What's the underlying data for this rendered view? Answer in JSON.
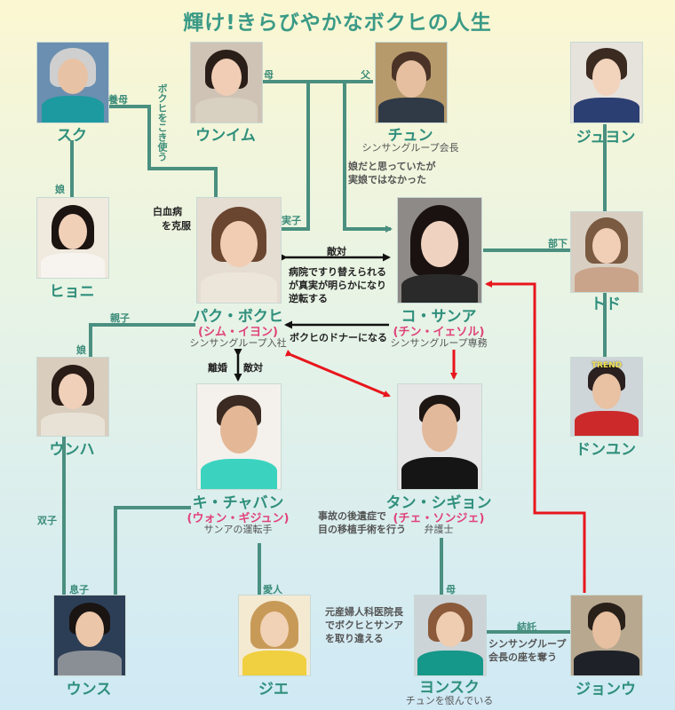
{
  "title": "輝け!きらびやかなボクヒの人生",
  "colors": {
    "line": "#4a8f80",
    "conflict": "#e8161c",
    "name": "#2f8f7c",
    "actor": "#e0437a"
  },
  "people": [
    {
      "id": "suku",
      "name": "スク",
      "caption": "",
      "sub": "",
      "photo_text": ""
    },
    {
      "id": "unimu",
      "name": "ウンイム",
      "caption": "",
      "sub": "",
      "photo_text": ""
    },
    {
      "id": "chun",
      "name": "チュン",
      "caption": "",
      "sub": "シンサングループ会長",
      "photo_text": ""
    },
    {
      "id": "juhyon",
      "name": "ジュヨン",
      "caption": "",
      "sub": "",
      "photo_text": ""
    },
    {
      "id": "hyoni",
      "name": "ヒョニ",
      "caption": "",
      "sub": "",
      "photo_text": ""
    },
    {
      "id": "bokuhi",
      "name": "パク・ボクヒ",
      "caption": "(シム・イヨン)",
      "sub": "シンサングループ入社",
      "photo_text": ""
    },
    {
      "id": "sanna",
      "name": "コ・サンア",
      "caption": "(チン・イェソル)",
      "sub": "シンサングループ専務",
      "photo_text": ""
    },
    {
      "id": "todo",
      "name": "トド",
      "caption": "",
      "sub": "",
      "photo_text": ""
    },
    {
      "id": "unha",
      "name": "ウンハ",
      "caption": "",
      "sub": "",
      "photo_text": ""
    },
    {
      "id": "chaban",
      "name": "キ・チャバン",
      "caption": "(ウォン・ギジュン)",
      "sub": "サンアの運転手",
      "photo_text": ""
    },
    {
      "id": "shigyon",
      "name": "タン・シギョン",
      "caption": "(チェ・ソンジェ)",
      "sub": "弁護士",
      "photo_text": ""
    },
    {
      "id": "donyun",
      "name": "ドンユン",
      "caption": "",
      "sub": "",
      "photo_text": "TREND"
    },
    {
      "id": "unsu",
      "name": "ウンス",
      "caption": "",
      "sub": "",
      "photo_text": ""
    },
    {
      "id": "jie",
      "name": "ジエ",
      "caption": "",
      "sub": "",
      "photo_text": ""
    },
    {
      "id": "yonsuku",
      "name": "ヨンスク",
      "caption": "",
      "sub": "チュンを恨んでいる",
      "photo_text": ""
    },
    {
      "id": "jonu",
      "name": "ジョンウ",
      "caption": "",
      "sub": "",
      "photo_text": ""
    }
  ],
  "relations": {
    "yobo": "養母",
    "bokuhi_koki": "ボクヒをこき使う",
    "haha1": "母",
    "chichi": "父",
    "musume_omotta1": "娘だと思っていたが",
    "musume_omotta2": "実娘ではなかった",
    "musume": "娘",
    "jisshi": "実子",
    "hakketsu1": "白血病",
    "hakketsu2": "を克服",
    "tekitai1": "敵対",
    "byoin1": "病院ですり替えられる",
    "byoin2": "が真実が明らかになり",
    "byoin3": "逆転する",
    "buka": "部下",
    "oyako": "親子",
    "musume2": "娘",
    "donor": "ボクヒのドナーになる",
    "rikon": "離婚",
    "tekitai2": "敵対",
    "futago": "双子",
    "jiko1": "事故の後遺症で",
    "jiko2": "目の移植手術を行う",
    "musuko": "息子",
    "aijin": "愛人",
    "haha2": "母",
    "gensan1": "元産婦人科医院長",
    "gensan2": "でボクヒとサンア",
    "gensan3": "を取り違える",
    "ketsutaku": "結託",
    "shinsan1": "シンサングループ",
    "shinsan2": "会長の座を奪う"
  }
}
